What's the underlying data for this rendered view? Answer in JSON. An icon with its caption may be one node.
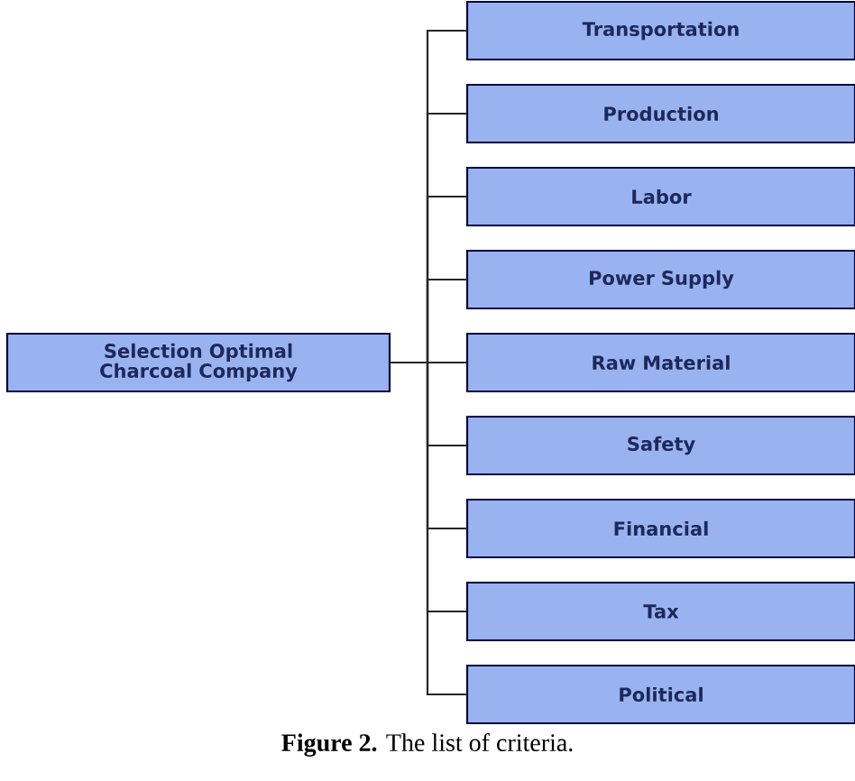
{
  "diagram": {
    "caption": "**Figure 2.** The list of criteria.",
    "nodes": [
      {
        "text": [
          "Selection Optimal Charcoal Company"
        ]
      },
      {
        "text": [
          "Transportation"
        ]
      },
      {
        "text": [
          "Production"
        ]
      },
      {
        "text": [
          "Labor"
        ]
      },
      {
        "text": [
          "Power Supply"
        ]
      },
      {
        "text": [
          "Raw Material"
        ]
      },
      {
        "text": [
          "Safety"
        ]
      },
      {
        "text": [
          "Financial"
        ]
      },
      {
        "text": [
          "Tax"
        ]
      },
      {
        "text": [
          "Political"
        ]
      }
    ],
    "edges": [
      {
        "from": 0,
        "to": 1,
        "arrow": "none"
      },
      {
        "from": 0,
        "to": 2,
        "arrow": "none"
      },
      {
        "from": 0,
        "to": 3,
        "arrow": "none"
      },
      {
        "from": 0,
        "to": 4,
        "arrow": "none"
      },
      {
        "from": 0,
        "to": 5,
        "arrow": "none"
      },
      {
        "from": 0,
        "to": 6,
        "arrow": "none"
      },
      {
        "from": 0,
        "to": 7,
        "arrow": "none"
      },
      {
        "from": 0,
        "to": 8,
        "arrow": "none"
      },
      {
        "from": 0,
        "to": 9,
        "arrow": "none"
      }
    ]
  }
}
